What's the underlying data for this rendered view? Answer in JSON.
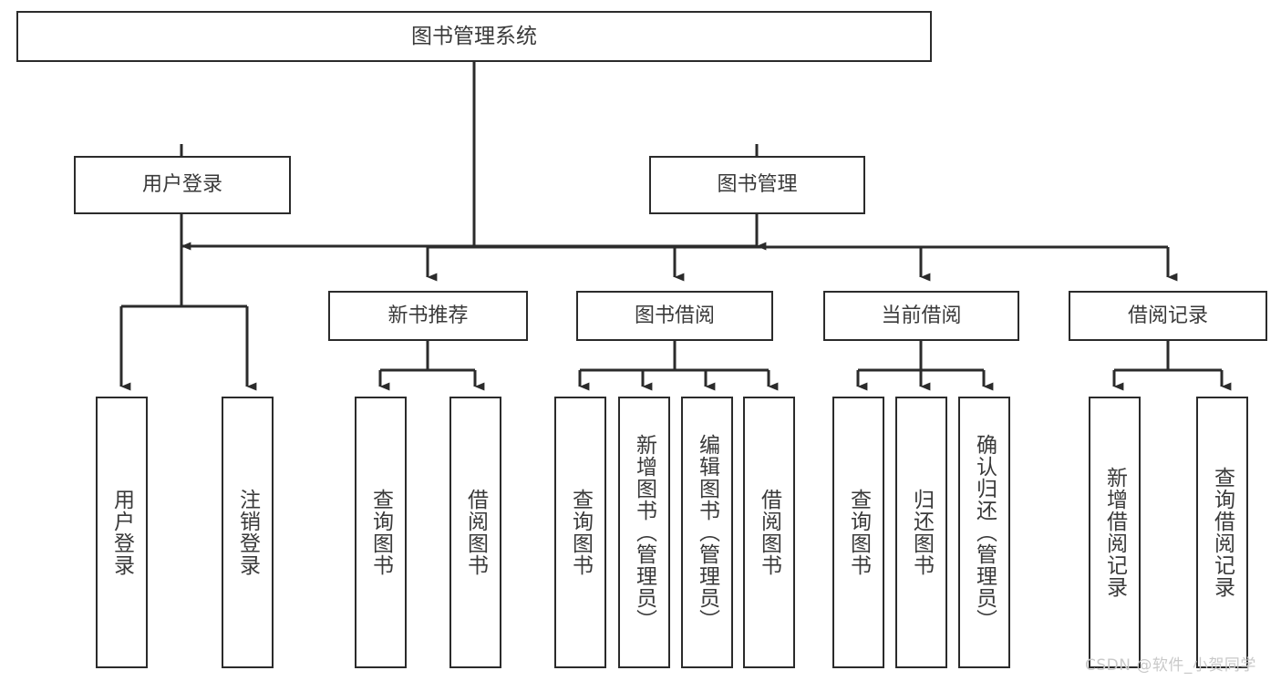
{
  "diagram": {
    "title": "图书管理系统",
    "type": "hierarchy-tree",
    "watermark": "CSDN @软件_小贺同学",
    "colors": {
      "background": "#ffffff",
      "border": "#2b2b2b",
      "text": "#3a3a3a",
      "edge": "#2b2b2b",
      "watermark": "#c9c9c9"
    },
    "levels": [
      {
        "level": 1,
        "nodes": [
          {
            "id": "root",
            "label": "图书管理系统",
            "orientation": "horizontal"
          }
        ]
      },
      {
        "level": 2,
        "nodes": [
          {
            "id": "user-login",
            "label": "用户登录",
            "orientation": "horizontal"
          },
          {
            "id": "book-management",
            "label": "图书管理",
            "orientation": "horizontal"
          }
        ]
      },
      {
        "level": 3,
        "nodes": [
          {
            "id": "new-book-recommend",
            "label": "新书推荐",
            "orientation": "horizontal"
          },
          {
            "id": "book-borrow",
            "label": "图书借阅",
            "orientation": "horizontal"
          },
          {
            "id": "current-borrow",
            "label": "当前借阅",
            "orientation": "horizontal"
          },
          {
            "id": "borrow-record",
            "label": "借阅记录",
            "orientation": "horizontal"
          }
        ]
      },
      {
        "level": 4,
        "nodes": [
          {
            "id": "leaf-user-login",
            "label": "用户登录",
            "orientation": "vertical",
            "parent": "user-login"
          },
          {
            "id": "leaf-logout",
            "label": "注销登录",
            "orientation": "vertical",
            "parent": "user-login"
          },
          {
            "id": "leaf-query-book-1",
            "label": "查询图书",
            "orientation": "vertical",
            "parent": "new-book-recommend"
          },
          {
            "id": "leaf-borrow-book-1",
            "label": "借阅图书",
            "orientation": "vertical",
            "parent": "new-book-recommend"
          },
          {
            "id": "leaf-query-book-2",
            "label": "查询图书",
            "orientation": "vertical",
            "parent": "book-borrow"
          },
          {
            "id": "leaf-add-book",
            "label": "新增图书（管理员）",
            "orientation": "vertical",
            "parent": "book-borrow"
          },
          {
            "id": "leaf-edit-book",
            "label": "编辑图书（管理员）",
            "orientation": "vertical",
            "parent": "book-borrow"
          },
          {
            "id": "leaf-borrow-book-2",
            "label": "借阅图书",
            "orientation": "vertical",
            "parent": "book-borrow"
          },
          {
            "id": "leaf-query-book-3",
            "label": "查询图书",
            "orientation": "vertical",
            "parent": "current-borrow"
          },
          {
            "id": "leaf-return-book",
            "label": "归还图书",
            "orientation": "vertical",
            "parent": "current-borrow"
          },
          {
            "id": "leaf-confirm-return",
            "label": "确认归还（管理员）",
            "orientation": "vertical",
            "parent": "current-borrow"
          },
          {
            "id": "leaf-add-record",
            "label": "新增借阅记录",
            "orientation": "vertical",
            "parent": "borrow-record"
          },
          {
            "id": "leaf-query-record",
            "label": "查询借阅记录",
            "orientation": "vertical",
            "parent": "borrow-record"
          }
        ]
      }
    ]
  }
}
